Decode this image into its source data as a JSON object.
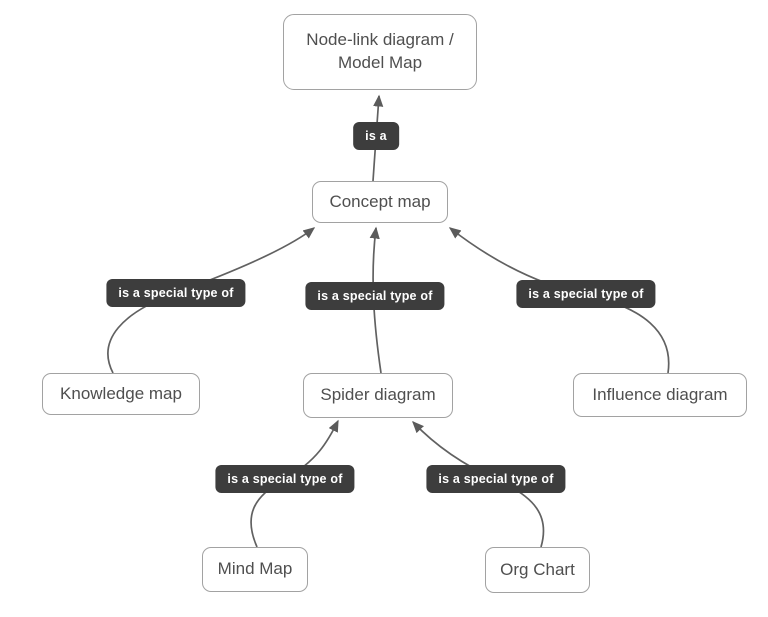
{
  "diagram": {
    "type": "concept-map",
    "colors": {
      "background": "#ffffff",
      "node_fill": "#ffffff",
      "node_border": "#a2a2a2",
      "node_text": "#4f4f4f",
      "edge_line": "#616161",
      "edge_label_bg": "#3d3d3d",
      "edge_label_text": "#ffffff"
    },
    "nodes": {
      "node_link": {
        "label": "Node-link diagram / Model Map"
      },
      "concept": {
        "label": "Concept map"
      },
      "knowledge": {
        "label": "Knowledge map"
      },
      "spider": {
        "label": "Spider diagram"
      },
      "influence": {
        "label": "Influence diagram"
      },
      "mind_map": {
        "label": "Mind Map"
      },
      "org_chart": {
        "label": "Org Chart"
      }
    },
    "edges": [
      {
        "from": "Concept map",
        "to": "Node-link diagram / Model Map",
        "label": "is a"
      },
      {
        "from": "Knowledge map",
        "to": "Concept map",
        "label": "is a special type of"
      },
      {
        "from": "Spider diagram",
        "to": "Concept map",
        "label": "is a special type of"
      },
      {
        "from": "Influence diagram",
        "to": "Concept map",
        "label": "is a special type of"
      },
      {
        "from": "Mind Map",
        "to": "Spider diagram",
        "label": "is a special type of"
      },
      {
        "from": "Org Chart",
        "to": "Spider diagram",
        "label": "is a special type of"
      }
    ]
  }
}
